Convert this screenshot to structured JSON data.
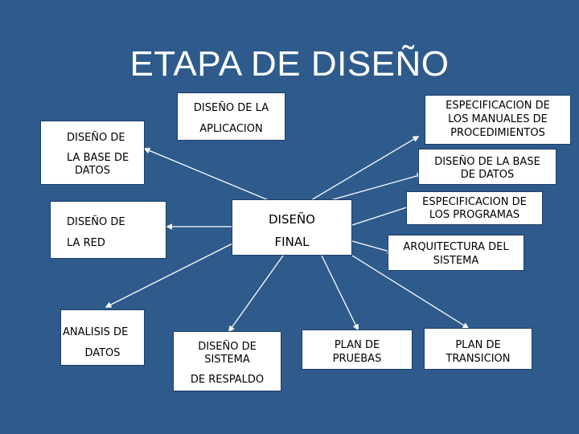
{
  "slide": {
    "title": "ETAPA DE DISEÑO"
  },
  "nodes": {
    "center": {
      "line1": "DISEÑO",
      "line2": "FINAL"
    },
    "aplicacion": {
      "line1": "DISEÑO DE LA",
      "line2": "APLICACION"
    },
    "base_datos": {
      "line1": "DISEÑO DE",
      "line2": "LA BASE DE",
      "line3": "DATOS"
    },
    "red": {
      "line1": "DISEÑO DE",
      "line2": "LA RED"
    },
    "analisis": {
      "line1": "ANALISIS DE",
      "line2": "DATOS"
    },
    "respaldo": {
      "line1": "DISEÑO DE",
      "line2": "SISTEMA",
      "line3": "DE RESPALDO"
    },
    "pruebas": {
      "line1": "PLAN DE",
      "line2": "PRUEBAS"
    },
    "transicion": {
      "line1": "PLAN DE",
      "line2": "TRANSICION"
    },
    "arquitectura": {
      "line1": "ARQUITECTURA DEL",
      "line2": "SISTEMA"
    },
    "programas": {
      "line1": "ESPECIFICACION DE",
      "line2": "LOS PROGRAMAS"
    },
    "base_datos_r": {
      "line1": "DISEÑO DE LA BASE",
      "line2": "DE DATOS"
    },
    "manuales": {
      "line1": "ESPECIFICACION DE",
      "line2": "LOS MANUALES DE",
      "line3": "PROCEDIMIENTOS"
    }
  }
}
